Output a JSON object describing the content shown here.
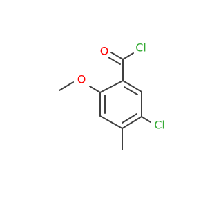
{
  "molecule": {
    "colors": {
      "bond": "#404040",
      "oxygen": "#ff0000",
      "chlorine": "#33aa33"
    },
    "atoms": {
      "carbonyl_oxygen": "O",
      "acyl_chlorine": "Cl",
      "methoxy_oxygen": "O",
      "ring_chlorine": "Cl"
    }
  }
}
